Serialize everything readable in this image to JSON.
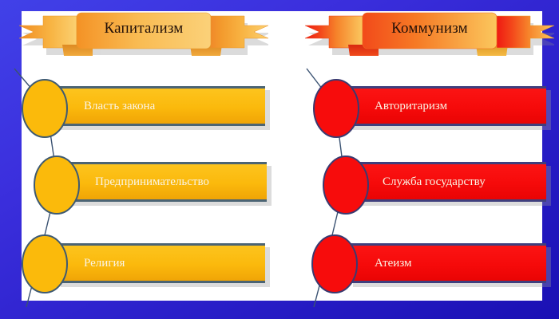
{
  "slide": {
    "frame_color_start": "#4141e8",
    "frame_color_end": "#1a10b4",
    "background": "#ffffff"
  },
  "banners": [
    {
      "id": "capitalism-banner",
      "label": "Капитализм",
      "fill_start": "#f1471d",
      "fill_mid": "#f29122",
      "fill_end": "#fbcb5c",
      "text_color": "#231008",
      "side": "left"
    },
    {
      "id": "communism-banner",
      "label": "Коммунизм",
      "fill_start": "#f01b12",
      "fill_mid": "#f4601b",
      "fill_end": "#fbc254",
      "text_color": "#231008",
      "side": "right"
    }
  ],
  "columns": [
    {
      "id": "capitalism-column",
      "title": "Капитализм",
      "accent": "#fbb508",
      "bar_fill_start": "#fbc21a",
      "bar_fill_end": "#f2a50a",
      "bar_border": "#4b6474",
      "ellipse_fill": "#fbba0b",
      "ellipse_border": "#3e5a72",
      "text_color": "#fdf6e6",
      "items": [
        {
          "label": "Власть закона"
        },
        {
          "label": "Предпринимательство"
        },
        {
          "label": "Религия"
        }
      ]
    },
    {
      "id": "communism-column",
      "title": "Коммунизм",
      "accent": "#f20d0d",
      "bar_fill_start": "#fa1010",
      "bar_fill_end": "#ef0606",
      "bar_border": "#3f3f7d",
      "ellipse_fill": "#f70c0c",
      "ellipse_border": "#3a3a70",
      "text_color": "#fdf4ee",
      "items": [
        {
          "label": "Авторитаризм"
        },
        {
          "label": "Служба государству"
        },
        {
          "label": "Атеизм"
        }
      ]
    }
  ]
}
